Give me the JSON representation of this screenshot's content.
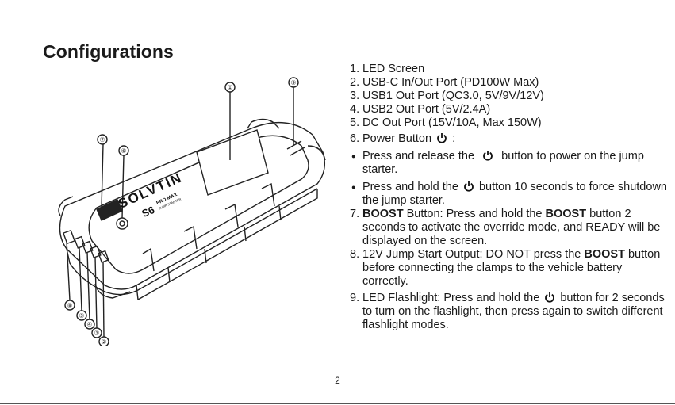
{
  "title": "Configurations",
  "figure": {
    "brand": "SOLVTIN",
    "model": "S6",
    "model_sub": "PRO MAX",
    "model_tag": "JUMP STARTER",
    "callouts": [
      "①",
      "⑨",
      "⑦",
      "⑥",
      "⑧",
      "⑤",
      "④",
      "③",
      "②"
    ]
  },
  "items": [
    {
      "num": "1.",
      "text": "LED Screen"
    },
    {
      "num": "2.",
      "text": "USB-C In/Out Port (PD100W Max)"
    },
    {
      "num": "3.",
      "text": "USB1 Out Port (QC3.0, 5V/9V/12V)"
    },
    {
      "num": "4.",
      "text": "USB2 Out Port (5V/2.4A)"
    },
    {
      "num": "5.",
      "text": "DC Out Port (15V/10A, Max 150W)"
    },
    {
      "num": "6.",
      "text_a": "Power Button",
      "text_b": ":"
    },
    {
      "bullet": "●",
      "text_a": "Press and release the",
      "text_b": "button to power on the jump starter."
    },
    {
      "bullet": "●",
      "text_a": "Press and hold the",
      "text_b": "button 10 seconds to force shutdown the jump starter."
    },
    {
      "num": "7.",
      "bold": "BOOST",
      "text": "Button: Press and hold the",
      "bold2": "BOOST",
      "text2": "button 2 seconds to activate the override mode, and READY will be displayed on the screen."
    },
    {
      "num": "8.",
      "text": "12V Jump Start Output: DO NOT press the",
      "bold": "BOOST",
      "text2": "button before connecting the clamps to the vehicle battery correctly."
    },
    {
      "num": "9.",
      "text_a": "LED Flashlight: Press and hold the",
      "text_b": "button for 2 seconds to turn on the flashlight, then press again to switch different flashlight modes."
    }
  ],
  "page_number": "2"
}
